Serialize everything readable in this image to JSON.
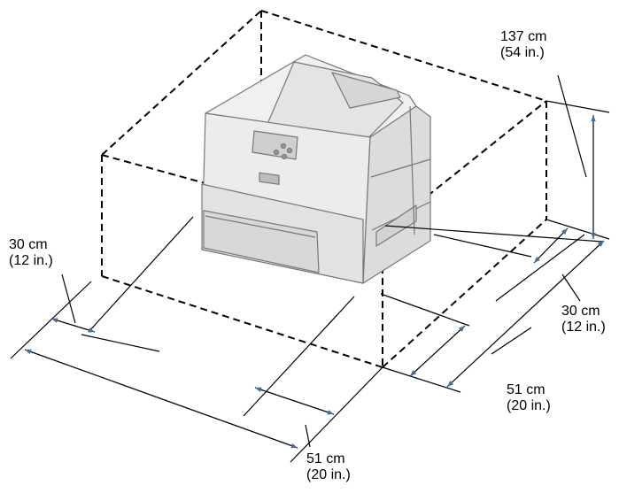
{
  "colors": {
    "line": "#000000",
    "arrow": "#4a6e96",
    "printer_body": "#e6e6e6",
    "printer_edge": "#777777"
  },
  "icons": [
    "printer-illustration",
    "arrowhead-icon"
  ],
  "labels": {
    "height": {
      "metric": "137 cm",
      "imperial": "(54 in.)"
    },
    "left_side": {
      "metric": "30 cm",
      "imperial": "(12 in.)"
    },
    "front": {
      "metric": "51 cm",
      "imperial": "(20 in.)"
    },
    "right_side": {
      "metric": "30 cm",
      "imperial": "(12 in.)"
    },
    "back": {
      "metric": "51 cm",
      "imperial": "(20 in.)"
    }
  }
}
